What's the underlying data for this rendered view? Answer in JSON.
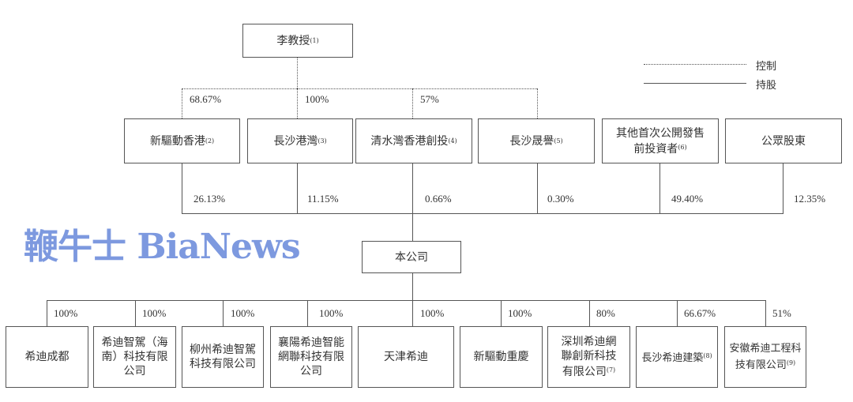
{
  "legend": {
    "control": "控制",
    "shareholding": "持股"
  },
  "top": {
    "name": "李教授",
    "note": "(1)"
  },
  "shareholders": [
    {
      "name": "新驅動香港",
      "note": "(2)",
      "control_pct": "68.67%",
      "holding_pct": "26.13%"
    },
    {
      "name": "長沙港灣",
      "note": "(3)",
      "control_pct": "100%",
      "holding_pct": "11.15%"
    },
    {
      "name": "清水灣香港創投",
      "note": "(4)",
      "control_pct": "57%",
      "holding_pct": "0.66%"
    },
    {
      "name": "長沙晟譽",
      "note": "(5)",
      "holding_pct": "0.30%"
    },
    {
      "name": "其他首次公開發售前投資者",
      "note": "(6)",
      "holding_pct": "49.40%"
    },
    {
      "name": "公眾股東",
      "holding_pct": "12.35%"
    }
  ],
  "company": {
    "name": "本公司"
  },
  "subsidiaries": [
    {
      "name": "希迪成都",
      "pct": "100%"
    },
    {
      "name": "希迪智駕（海南）科技有限公司",
      "pct": "100%"
    },
    {
      "name": "柳州希迪智駕科技有限公司",
      "pct": "100%"
    },
    {
      "name": "襄陽希迪智能網聯科技有限公司",
      "pct": "100%"
    },
    {
      "name": "天津希迪",
      "pct": "100%"
    },
    {
      "name": "新驅動重慶",
      "pct": "100%"
    },
    {
      "name": "深圳希迪網聯創新科技有限公司",
      "note": "(7)",
      "pct": "80%"
    },
    {
      "name": "長沙希迪建築",
      "note": "(8)",
      "pct": "66.67%"
    },
    {
      "name": "安徽希迪工程科技有限公司",
      "note": "(9)",
      "pct": "51%"
    }
  ],
  "watermark": "鞭牛士 BiaNews",
  "colors": {
    "line": "#555555",
    "watermark": "#466ED2"
  }
}
